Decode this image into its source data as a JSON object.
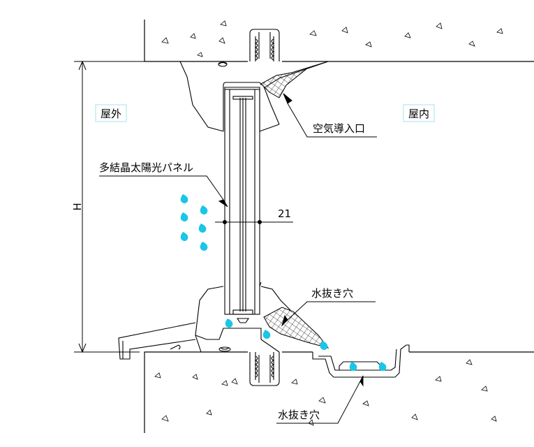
{
  "labels": {
    "outdoor": "屋外",
    "indoor": "屋内",
    "air_inlet": "空気導入口",
    "panel": "多結晶太陽光パネル",
    "dimension_21": "21",
    "dimension_h": "H",
    "drain_hole_upper": "水抜き穴",
    "drain_hole_lower": "水抜き穴"
  },
  "colors": {
    "line": "#000000",
    "water": "#19c6e8",
    "label_box_border": "#a6e3f0"
  }
}
